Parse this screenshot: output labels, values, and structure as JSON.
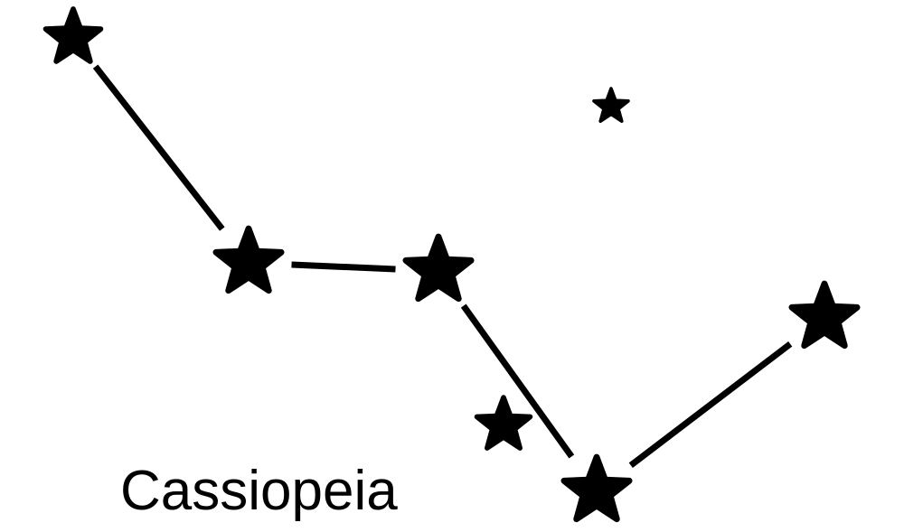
{
  "title": "Cassiopeia",
  "colors": {
    "ink": "#000000",
    "background": "#ffffff"
  },
  "stars": [
    {
      "id": "star-1",
      "icon": "star-icon"
    },
    {
      "id": "star-2",
      "icon": "star-icon"
    },
    {
      "id": "star-3",
      "icon": "star-icon"
    },
    {
      "id": "star-4",
      "icon": "star-icon"
    },
    {
      "id": "star-5",
      "icon": "star-icon"
    },
    {
      "id": "star-6",
      "icon": "star-icon"
    },
    {
      "id": "star-7",
      "icon": "star-icon"
    }
  ],
  "connections": [
    [
      "star-1",
      "star-2"
    ],
    [
      "star-2",
      "star-3"
    ],
    [
      "star-3",
      "star-4"
    ],
    [
      "star-4",
      "star-5"
    ]
  ]
}
